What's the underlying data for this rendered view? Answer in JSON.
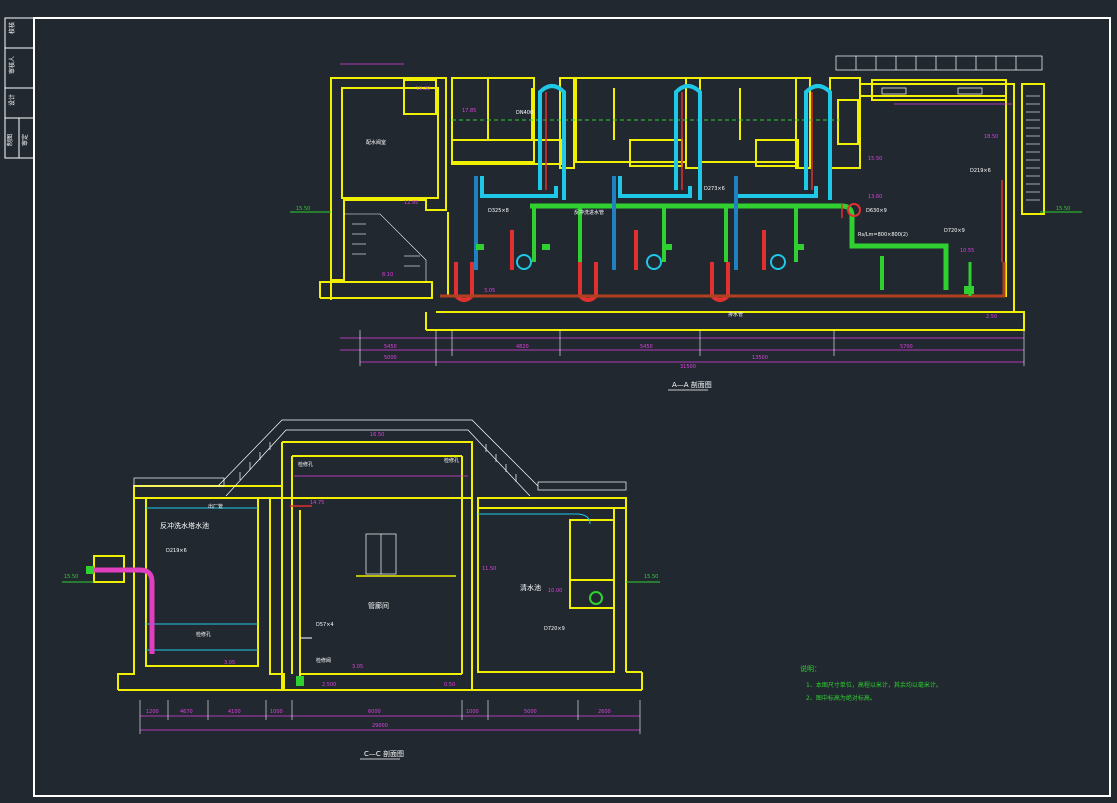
{
  "title_block": {
    "cells": [
      "校核",
      "审核人",
      "设计",
      "制图",
      "审定"
    ]
  },
  "section_aa": {
    "title": "A—A 剖面图",
    "total_dim": "31500",
    "sub_dims": [
      "5450",
      "5000",
      "4820",
      "5450",
      "13500",
      "5700"
    ],
    "elevations": [
      "15.50",
      "15.50",
      "19.30",
      "17.85",
      "18.50",
      "15.50",
      "13.60",
      "12.95",
      "10.55",
      "8.10",
      "3.05",
      "2.50"
    ],
    "pipe_labels": [
      "DN400",
      "D325×8",
      "D273×6",
      "D630×9",
      "D219×6",
      "D720×9",
      "Rs/Lm=800×800(2)"
    ],
    "room_label": "配水阀室",
    "notes": [
      "反冲洗进水管",
      "排水管"
    ]
  },
  "section_cc": {
    "title": "C—C 剖面图",
    "total_dim": "29000",
    "sub_dims": [
      "1200",
      "4670",
      "4100",
      "1000",
      "6000",
      "1000",
      "5000",
      "2600"
    ],
    "elevations": [
      "16.50",
      "15.50",
      "14.75",
      "15.50",
      "11.50",
      "10.00",
      "3.05",
      "3.05",
      "2.500",
      "0.50"
    ],
    "room_labels": [
      "反冲洗水塔水池",
      "管廊间",
      "清水池"
    ],
    "pipe_labels": [
      "D219×6",
      "D57×4",
      "D720×9",
      "检修孔"
    ],
    "hatch_labels": [
      "检修孔",
      "检修孔"
    ],
    "notes": [
      "出厂管",
      "检修阀"
    ]
  },
  "notes_block": {
    "heading": "说明：",
    "lines": [
      "1、本图尺寸单位，高程以米计，其余均以毫米计。",
      "2、图中标高为绝对标高。"
    ]
  },
  "colors": {
    "background": "#212830",
    "wall": "#f0f000",
    "dim": "#e040e0",
    "pipe_cyan": "#20c8e8",
    "pipe_red": "#e03030",
    "pipe_green": "#30d030",
    "white": "#ffffff"
  }
}
